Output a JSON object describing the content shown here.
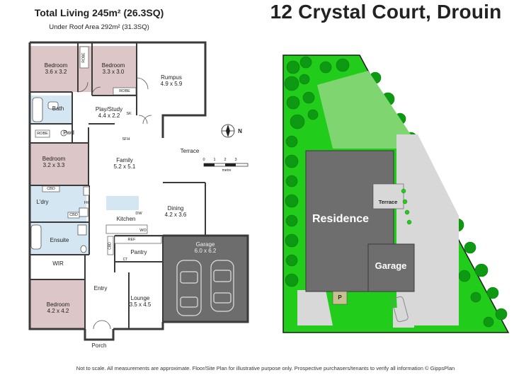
{
  "header": {
    "total_living": "Total Living 245m² (26.3SQ)",
    "under_roof": "Under Roof Area 292m² (31.3SQ)",
    "address": "12 Crystal Court, Drouin"
  },
  "floor_plan": {
    "rooms": {
      "bedroom1": {
        "name": "Bedroom",
        "size": "3.6 x 3.2"
      },
      "bedroom2": {
        "name": "Bedroom",
        "size": "3.3 x 3.0"
      },
      "rumpus": {
        "name": "Rumpus",
        "size": "4.9 x 5.9"
      },
      "bath": {
        "name": "Bath"
      },
      "play_study": {
        "name": "Play/Study",
        "size": "4.4 x 2.2"
      },
      "pwd": {
        "name": "Pwd"
      },
      "bedroom3": {
        "name": "Bedroom",
        "size": "3.2 x 3.3"
      },
      "family": {
        "name": "Family",
        "size": "5.2 x 5.1"
      },
      "terrace": {
        "name": "Terrace"
      },
      "laundry": {
        "name": "L'dry"
      },
      "kitchen": {
        "name": "Kitchen"
      },
      "dining": {
        "name": "Dining",
        "size": "4.2 x 3.6"
      },
      "ensuite": {
        "name": "Ensuite"
      },
      "garage": {
        "name": "Garage",
        "size": "6.0 x 6.2"
      },
      "pantry": {
        "name": "Pantry"
      },
      "wir": {
        "name": "WIR"
      },
      "bedroom4": {
        "name": "Bedroom",
        "size": "4.2 x 4.2"
      },
      "entry": {
        "name": "Entry"
      },
      "lounge": {
        "name": "Lounge",
        "size": "3.5 x 4.5"
      },
      "porch": {
        "name": "Porch"
      }
    },
    "fixtures": {
      "robe": "ROBE",
      "cbd": "CBD",
      "ref": "REF",
      "dw": "DW",
      "wo": "WO",
      "sk": "SK",
      "sfh": "SFH",
      "fr": "FR",
      "ct": "CT"
    },
    "compass_letter": "N",
    "scale": {
      "ticks": [
        "0",
        "1",
        "2",
        "3"
      ],
      "unit": "metre"
    }
  },
  "site_plan": {
    "residence": "Residence",
    "terrace": "Terrace",
    "garage": "Garage",
    "porch_marker": "P"
  },
  "footer": {
    "disclaimer": "Not to scale. All measurements are approximate. Floor/Site Plan for illustrative purpose only. Prospective purchasers/tenants to verify all information © GippsPlan"
  },
  "colors": {
    "bedroom_fill": "#dcc6c8",
    "wet_area_fill": "#d3e6f2",
    "garage_fill": "#6d6d6d",
    "wall": "#3a3a3a",
    "lawn_green": "#22cc1a",
    "tree_green": "#0d9a12",
    "building_grey": "#6e6e6e",
    "paving_grey": "#d8d8d8"
  }
}
